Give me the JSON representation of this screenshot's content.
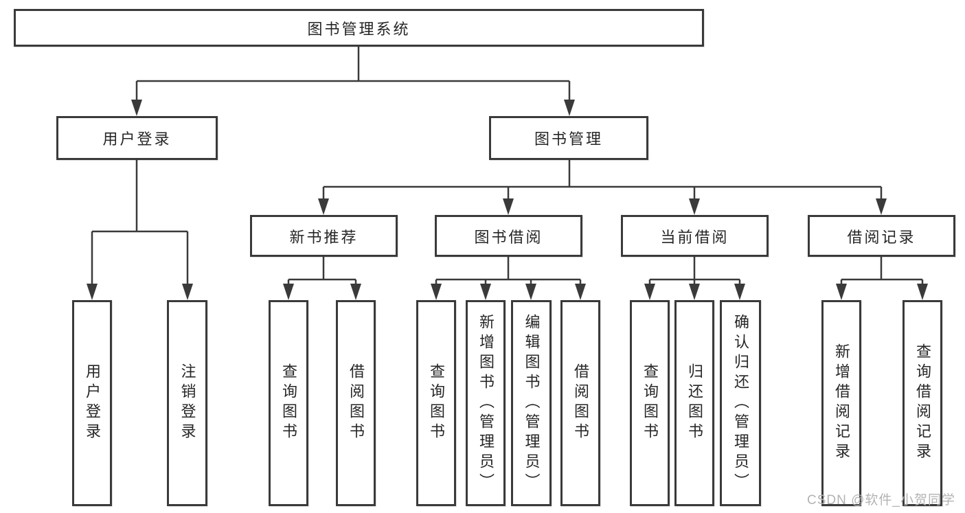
{
  "tree": {
    "label": "图书管理系统",
    "children": [
      {
        "label": "用户登录",
        "children": [
          {
            "label": "用户登录"
          },
          {
            "label": "注销登录"
          }
        ]
      },
      {
        "label": "图书管理",
        "children": [
          {
            "label": "新书推荐",
            "children": [
              {
                "label": "查询图书"
              },
              {
                "label": "借阅图书"
              }
            ]
          },
          {
            "label": "图书借阅",
            "children": [
              {
                "label": "查询图书"
              },
              {
                "label": "新增图书（管理员）"
              },
              {
                "label": "编辑图书（管理员）"
              },
              {
                "label": "借阅图书"
              }
            ]
          },
          {
            "label": "当前借阅",
            "children": [
              {
                "label": "查询图书"
              },
              {
                "label": "归还图书"
              },
              {
                "label": "确认归还（管理员）"
              }
            ]
          },
          {
            "label": "借阅记录",
            "children": [
              {
                "label": "新增借阅记录"
              },
              {
                "label": "查询借阅记录"
              }
            ]
          }
        ]
      }
    ]
  },
  "watermark": {
    "text": "CSDN @软件_小贺同学"
  },
  "colors": {
    "line": "#3a3a3a",
    "text": "#262626",
    "watermark": "#b3b3b3",
    "bg": "#ffffff"
  }
}
